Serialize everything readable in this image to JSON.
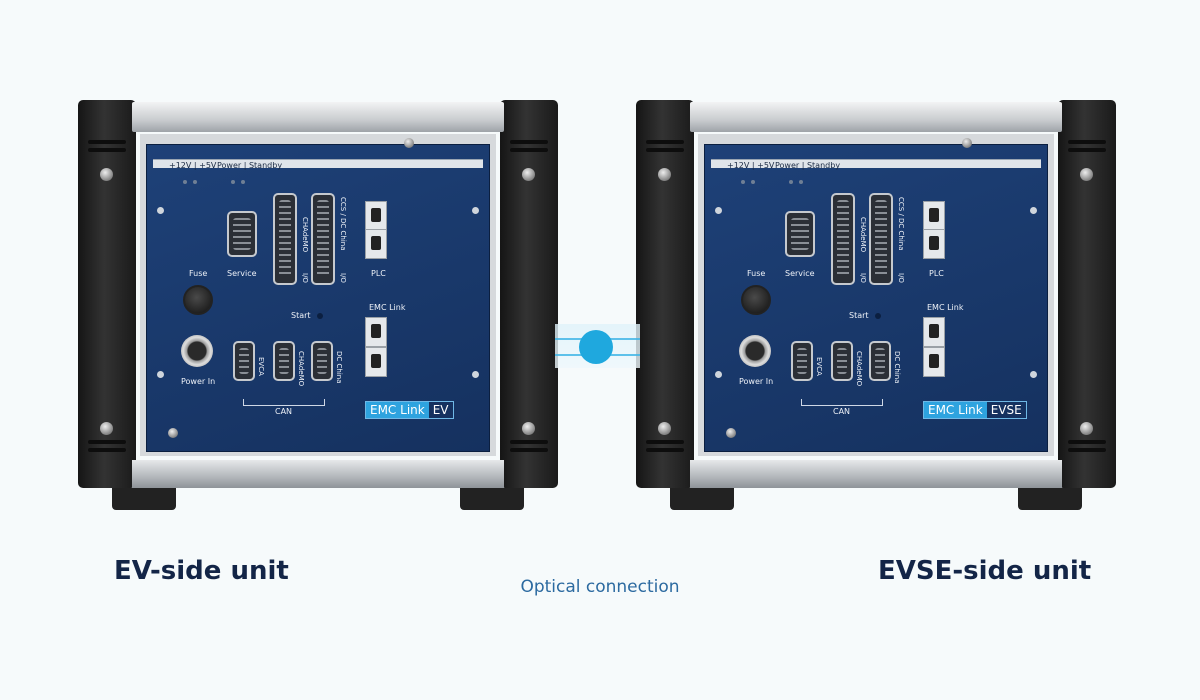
{
  "units": [
    {
      "id": "ev",
      "caption": "EV-side unit",
      "panel": {
        "leds_voltage": "+12V | +5V",
        "leds_status": "Power | Standby",
        "fuse": "Fuse",
        "service": "Service",
        "chademo_io": "CHAdeMO",
        "io1": "I/O",
        "ccs_io": "CCS / DC China",
        "io2": "I/O",
        "plc": "PLC",
        "start": "Start",
        "emc_link": "EMC Link",
        "power_in": "Power In",
        "evca": "EVCA",
        "chademo_can": "CHAdeMO",
        "dc_china": "DC China",
        "can": "CAN",
        "brand_a": "EMC Link",
        "brand_b": "EV"
      }
    },
    {
      "id": "evse",
      "caption": "EVSE-side unit",
      "panel": {
        "leds_voltage": "+12V | +5V",
        "leds_status": "Power | Standby",
        "fuse": "Fuse",
        "service": "Service",
        "chademo_io": "CHAdeMO",
        "io1": "I/O",
        "ccs_io": "CCS / DC China",
        "io2": "I/O",
        "plc": "PLC",
        "start": "Start",
        "emc_link": "EMC Link",
        "power_in": "Power In",
        "evca": "EVCA",
        "chademo_can": "CHAdeMO",
        "dc_china": "DC China",
        "can": "CAN",
        "brand_a": "EMC Link",
        "brand_b": "EVSE"
      }
    }
  ],
  "connection": {
    "label": "Optical connection"
  },
  "colors": {
    "panel": "#1a3a6e",
    "accent": "#2ea3df",
    "caption": "#132547"
  }
}
